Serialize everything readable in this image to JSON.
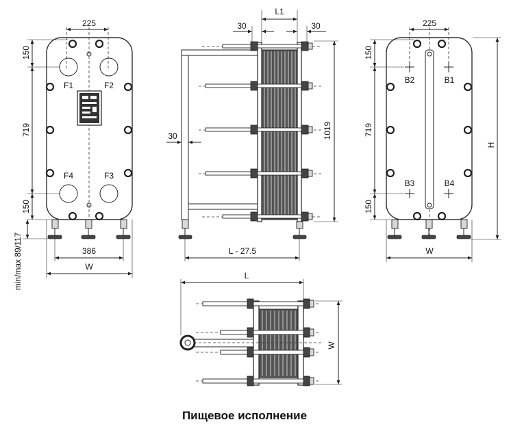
{
  "front_view": {
    "dim_225": "225",
    "dim_150_top": "150",
    "dim_719": "719",
    "dim_150_bottom": "150",
    "dim_386": "386",
    "dim_feet": "min/max 89/117",
    "dim_w": "W",
    "ports": [
      "F1",
      "F2",
      "F4",
      "F3"
    ]
  },
  "side_view": {
    "dim_l1": "L1",
    "dim_30_left": "30",
    "dim_30_right": "30",
    "dim_30_frame": "30",
    "dim_1019": "1019",
    "dim_l_minus": "L - 27.5"
  },
  "back_view": {
    "dim_225": "225",
    "dim_150_top": "150",
    "dim_719": "719",
    "dim_150_bottom": "150",
    "dim_h": "H",
    "dim_w": "W",
    "ports": [
      "B2",
      "B1",
      "B3",
      "B4"
    ]
  },
  "top_view": {
    "dim_l": "L",
    "dim_w": "W"
  },
  "caption": "Пищевое исполнение"
}
